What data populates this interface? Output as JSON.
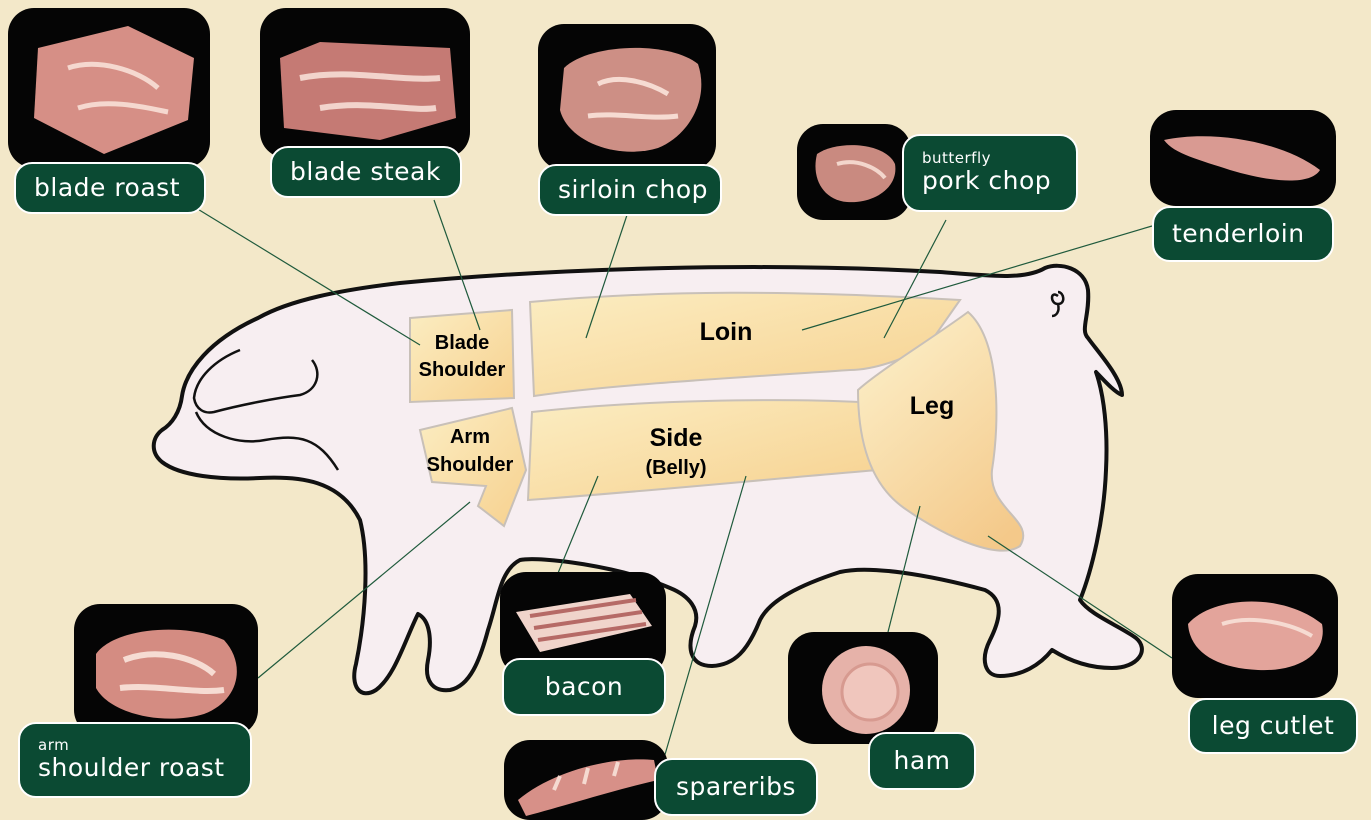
{
  "regions": {
    "blade_shoulder": [
      "Blade",
      "Shoulder"
    ],
    "arm_shoulder": [
      "Arm",
      "Shoulder"
    ],
    "loin": "Loin",
    "side": [
      "Side",
      "(Belly)"
    ],
    "leg": "Leg"
  },
  "cuts": {
    "blade_roast": "blade roast",
    "blade_steak": "blade steak",
    "sirloin_chop": "sirloin chop",
    "butterfly_prefix": "butterfly",
    "butterfly_main": "pork chop",
    "tenderloin": "tenderloin",
    "arm_prefix": "arm",
    "arm_main": "shoulder roast",
    "bacon": "bacon",
    "spareribs": "spareribs",
    "ham": "ham",
    "leg_cutlet": "leg cutlet"
  },
  "colors": {
    "background": "#f3e8c9",
    "label_fill": "#0b4a33",
    "pig_fill": "#f6ecef",
    "region_fill": "#fbe3a8",
    "leader_line": "#1f5a3c"
  }
}
